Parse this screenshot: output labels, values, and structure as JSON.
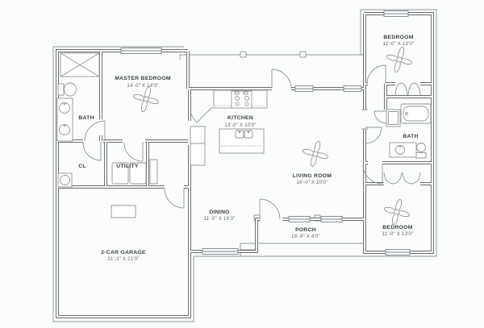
{
  "plan": {
    "type": "single-family-house-floor-plan",
    "rooms": {
      "master_bedroom": {
        "name": "MASTER BEDROOM",
        "dims": "14'-0\" X 14'0\""
      },
      "bath_left": {
        "name": "BATH"
      },
      "closet": {
        "name": "CL"
      },
      "utility": {
        "name": "UTILITY"
      },
      "kitchen": {
        "name": "KITCHEN",
        "dims": "13'-0\" X 10'0\""
      },
      "dining": {
        "name": "DINING",
        "dims": "11'-0\" X 16'3\""
      },
      "living_room": {
        "name": "LIVING ROOM",
        "dims": "16'-0\" X 20'0\""
      },
      "garage": {
        "name": "2-CAR GARAGE",
        "dims": "21'-3\" X 21'0\""
      },
      "porch": {
        "name": "PORCH",
        "dims": "16'-9\" X 4'0\""
      },
      "bedroom_top": {
        "name": "BEDROOM",
        "dims": "11'-0\" X 13'0\""
      },
      "bath_right": {
        "name": "BATH"
      },
      "bedroom_bottom": {
        "name": "BEDROOM",
        "dims": "11'-0\" X 13'0\""
      }
    },
    "fixtures": [
      "ceiling-fan",
      "toilet",
      "double-vanity",
      "shower",
      "bathtub",
      "stove",
      "kitchen-island-sink",
      "refrigerator",
      "washer",
      "dryer",
      "water-heater"
    ],
    "colors": {
      "wall": "#686b6e",
      "thin_line": "#8f9498",
      "label_text": "#3b3f44",
      "dims_text": "#62666b",
      "background": "#fbfcfc"
    }
  }
}
